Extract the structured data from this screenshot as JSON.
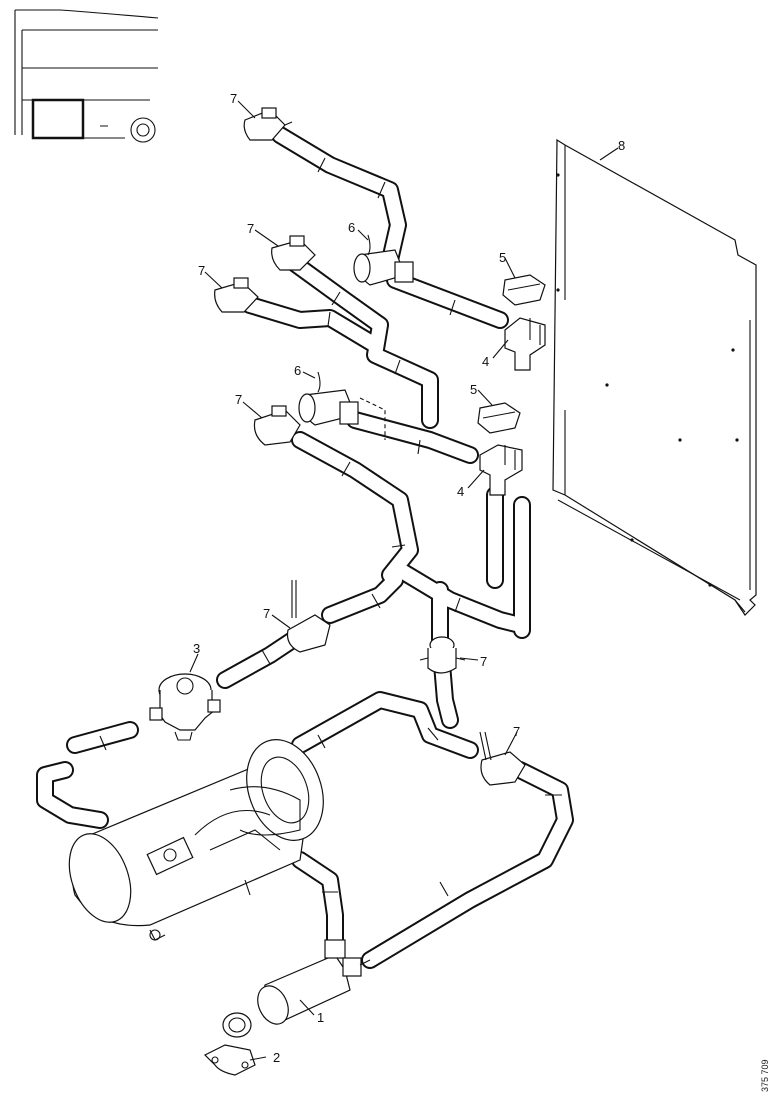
{
  "diagram": {
    "drawing_code": "375 709",
    "callouts": [
      {
        "id": "c1",
        "text": "1"
      },
      {
        "id": "c2",
        "text": "2"
      },
      {
        "id": "c3",
        "text": "3"
      },
      {
        "id": "c4a",
        "text": "4"
      },
      {
        "id": "c4b",
        "text": "4"
      },
      {
        "id": "c5a",
        "text": "5"
      },
      {
        "id": "c5b",
        "text": "5"
      },
      {
        "id": "c6a",
        "text": "6"
      },
      {
        "id": "c6b",
        "text": "6"
      },
      {
        "id": "c7a",
        "text": "7"
      },
      {
        "id": "c7b",
        "text": "7"
      },
      {
        "id": "c7c",
        "text": "7"
      },
      {
        "id": "c7d",
        "text": "7"
      },
      {
        "id": "c7e",
        "text": "7"
      },
      {
        "id": "c7f",
        "text": "7"
      },
      {
        "id": "c7g",
        "text": "7"
      },
      {
        "id": "c8",
        "text": "8"
      }
    ]
  }
}
